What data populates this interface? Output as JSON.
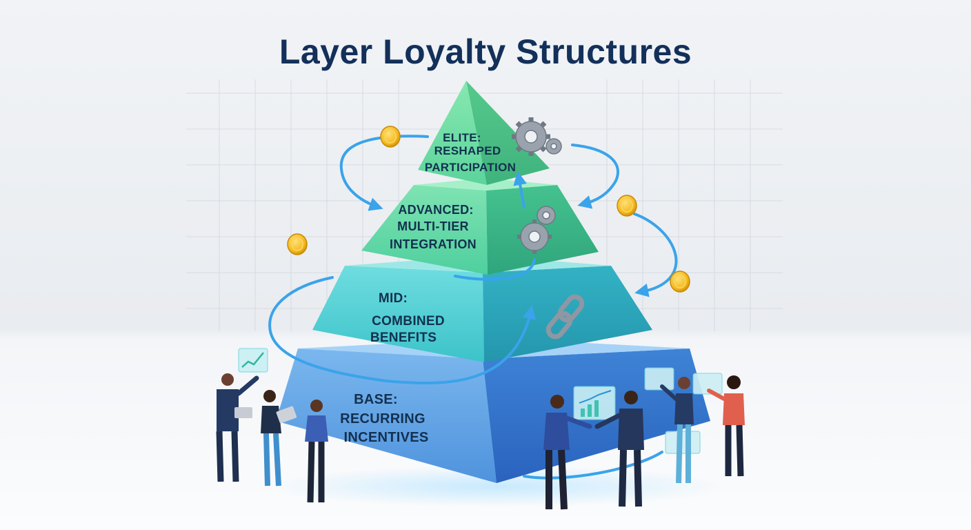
{
  "title": "Layer Loyalty Structures",
  "tiers": [
    {
      "level": "ELITE",
      "lines": [
        "ELITE:",
        "RESHAPED",
        "PARTICIPATION"
      ],
      "icon": "gears-icon"
    },
    {
      "level": "ADVANCED",
      "lines": [
        "ADVANCED:",
        "MULTI-TIER",
        "INTEGRATION"
      ],
      "icon": "gears-icon"
    },
    {
      "level": "MID",
      "lines": [
        "MID:",
        "COMBINED",
        "BENEFITS"
      ],
      "icon": "chain-link-icon"
    },
    {
      "level": "BASE",
      "lines": [
        "BASE:",
        "RECURRING",
        "INCENTIVES"
      ],
      "icon": ""
    }
  ],
  "colors": {
    "title": "#13305a",
    "elite": "#5fd99a",
    "advanced": "#3fcf9a",
    "mid": "#2fc3c6",
    "base": "#3f8fde",
    "arrow": "#3aa3ea",
    "coin": "#f4b81c"
  }
}
